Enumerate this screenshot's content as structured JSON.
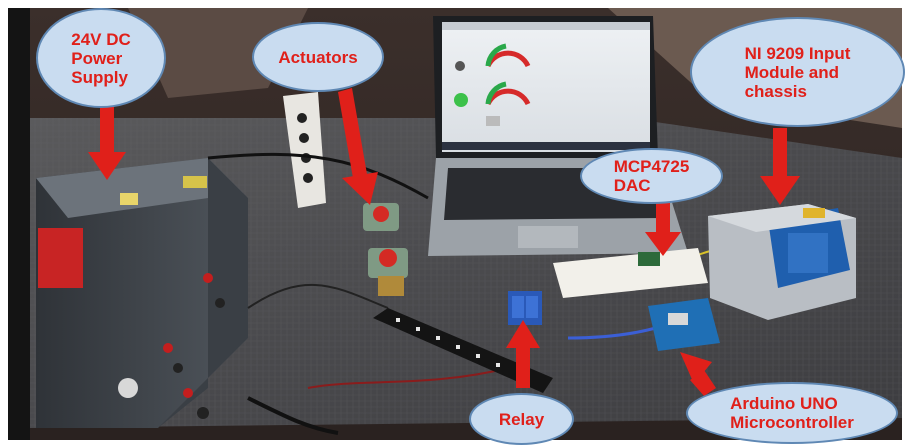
{
  "figure": {
    "labels": {
      "power_supply": "24V DC\nPower\nSupply",
      "actuators": "Actuators",
      "ni_module": "NI 9209 Input\nModule and\nchassis",
      "dac": "MCP4725\nDAC",
      "relay": "Relay",
      "arduino": "Arduino UNO\nMicrocontroller"
    },
    "colors": {
      "label_text": "#e0201a",
      "callout_fill": "#c9dcf0",
      "callout_border": "#5f88b4",
      "arrow": "#e0201a"
    }
  }
}
